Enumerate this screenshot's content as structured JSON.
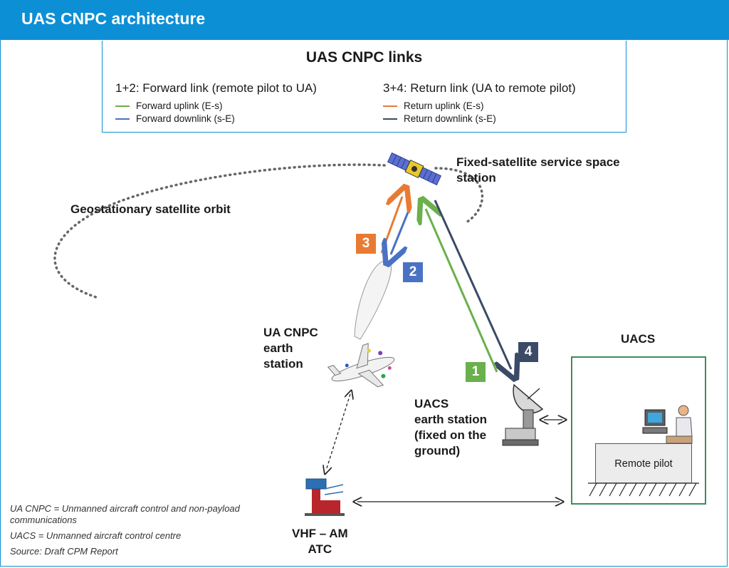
{
  "header": {
    "title": "UAS CNPC architecture"
  },
  "legend": {
    "title": "UAS CNPC links",
    "forward": {
      "heading": "1+2: Forward link (remote pilot to UA)",
      "items": [
        {
          "label": "Forward uplink (E-s)",
          "color": "#6ab04c"
        },
        {
          "label": "Forward downlink (s-E)",
          "color": "#4a72c4"
        }
      ]
    },
    "return": {
      "heading": "3+4: Return link (UA to remote pilot)",
      "items": [
        {
          "label": "Return uplink (E-s)",
          "color": "#e87b33"
        },
        {
          "label": "Return downlink (s-E)",
          "color": "#3b4a66"
        }
      ]
    }
  },
  "diagram": {
    "satellite_label": [
      "Fixed-satellite service space",
      "station"
    ],
    "orbit_label": "Geostationary satellite orbit",
    "ua_label": [
      "UA CNPC",
      "earth",
      "station"
    ],
    "uacs_station_label": [
      "UACS",
      "earth station",
      "(fixed on the",
      "ground)"
    ],
    "uacs_title": "UACS",
    "remote_pilot": "Remote pilot",
    "atc_label": [
      "VHF – AM",
      "ATC"
    ],
    "links": [
      {
        "number": "1",
        "color": "#6ab04c"
      },
      {
        "number": "2",
        "color": "#4a72c4"
      },
      {
        "number": "3",
        "color": "#e87b33"
      },
      {
        "number": "4",
        "color": "#3b4a66"
      }
    ]
  },
  "footnotes": [
    "UA CNPC = Unmanned aircraft control and non-payload communications",
    "UACS = Unmanned aircraft control centre",
    "Source: Draft CPM Report"
  ]
}
